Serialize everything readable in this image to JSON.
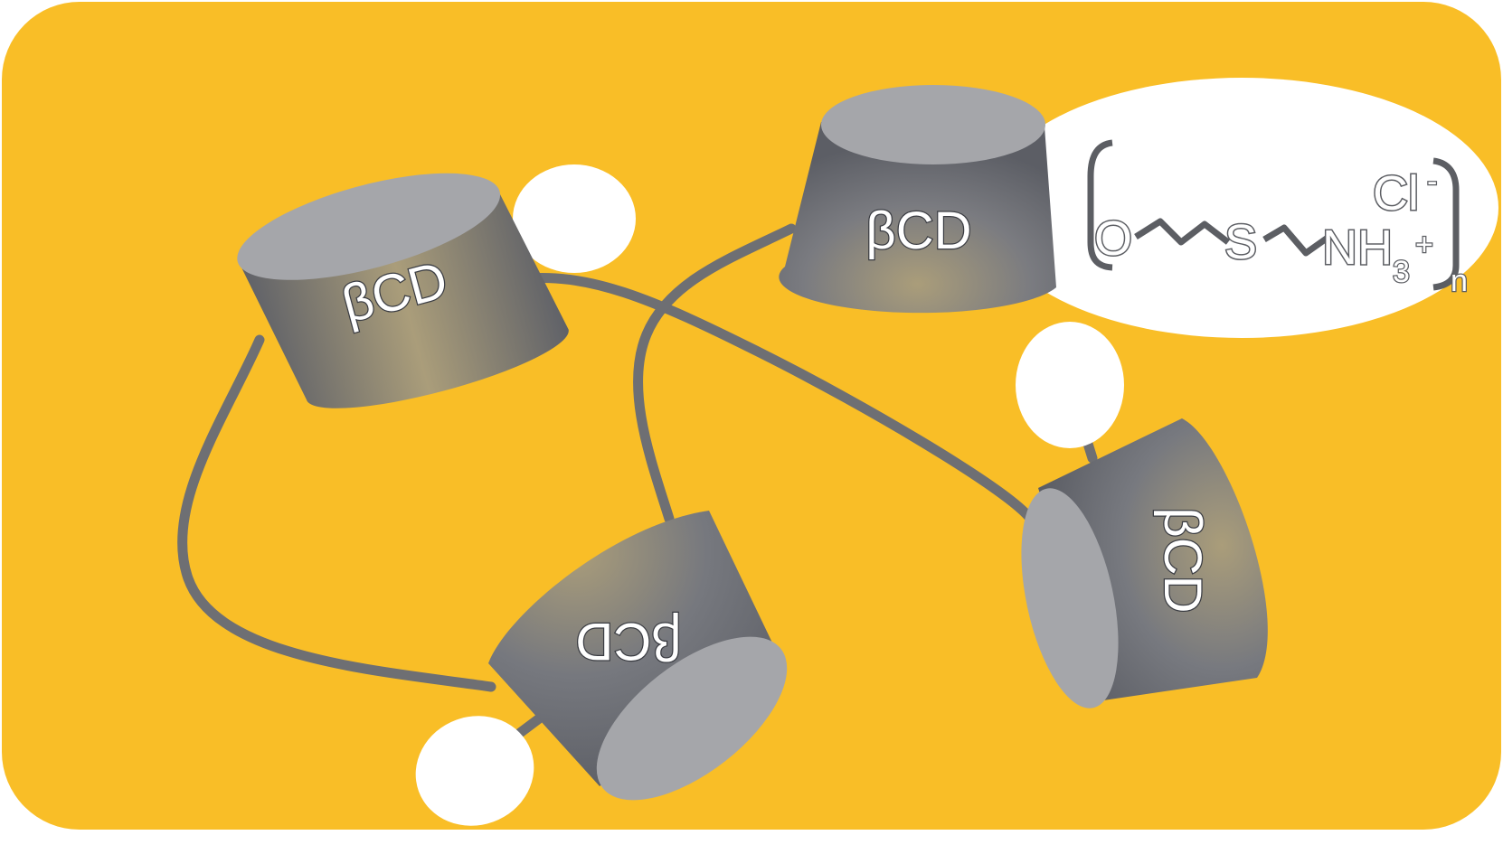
{
  "colors": {
    "background": "#F9BE27",
    "cup_dark": "#5f6168",
    "cup_mid": "#7c7e84",
    "cup_light": "#a5a6aa",
    "cup_highlight": "#aa9d7a",
    "chain": "#6e6f73",
    "bead": "#ffffff"
  },
  "cups": [
    {
      "label": "βCD"
    },
    {
      "label": "βCD"
    },
    {
      "label": "βCD"
    },
    {
      "label": "βCD"
    }
  ],
  "repeat_unit": {
    "oxygen": "O",
    "sulfur": "S",
    "amine": "NH",
    "amine_subscript": "3",
    "charge": "+",
    "counter_ion": "Cl",
    "counter_ion_charge": "-",
    "repeat_index": "n"
  }
}
